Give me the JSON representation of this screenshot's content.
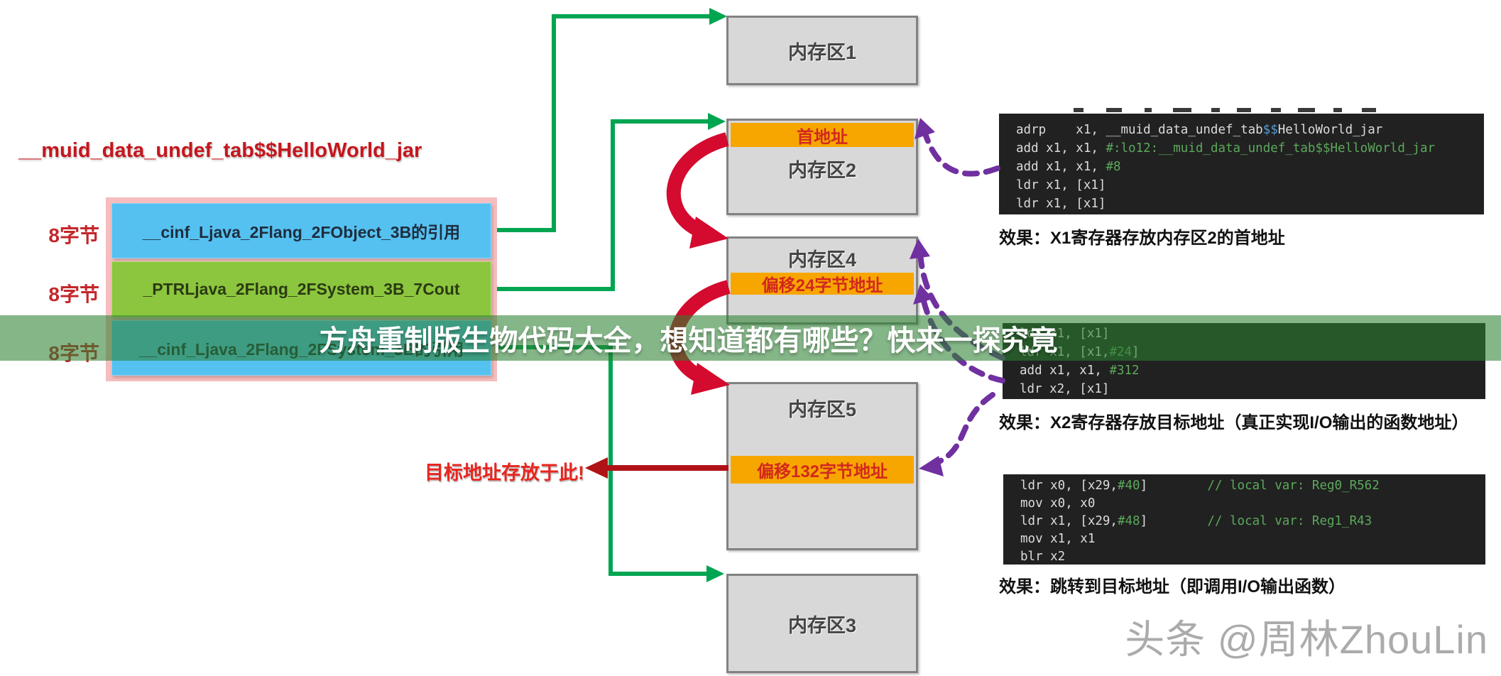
{
  "banner": {
    "text": "方舟重制版生物代码大全，想知道都有哪些？快来一探究竟"
  },
  "watermark": {
    "text": "头条 @周林ZhouLin"
  },
  "left_panel": {
    "title": "__muid_data_undef_tab$$HelloWorld_jar",
    "rows": [
      {
        "size_label": "8字节",
        "text": "__cinf_Ljava_2Flang_2FObject_3B的引用",
        "fill": "#55c1f1"
      },
      {
        "size_label": "8字节",
        "text": "_PTRLjava_2Flang_2FSystem_3B_7Cout",
        "fill": "#8cc63f"
      },
      {
        "size_label": "8字节",
        "text": "__cinf_Ljava_2Flang_2FSystem_3B的引用",
        "fill": "#55c1f1"
      }
    ]
  },
  "memory_boxes": [
    {
      "label": "内存区1"
    },
    {
      "label": "内存区2",
      "band": {
        "text": "首地址"
      }
    },
    {
      "label": "内存区4",
      "band": {
        "text": "偏移24字节地址"
      }
    },
    {
      "label": "内存区5",
      "band": {
        "text": "偏移132字节地址"
      }
    },
    {
      "label": "内存区3"
    }
  ],
  "annotations": {
    "target_note": "目标地址存放于此!"
  },
  "code_blocks": [
    {
      "lines": [
        [
          {
            "t": "adrp    x1, __muid_data_undef_tab",
            "c": "w"
          },
          {
            "t": "$$",
            "c": "b"
          },
          {
            "t": "HelloWorld_jar",
            "c": "w"
          }
        ],
        [
          {
            "t": "add x1, x1, ",
            "c": "w"
          },
          {
            "t": "#:lo12:__muid_data_undef_tab$$HelloWorld_jar",
            "c": "g"
          }
        ],
        [
          {
            "t": "add x1, x1, ",
            "c": "w"
          },
          {
            "t": "#8",
            "c": "g"
          }
        ],
        [
          {
            "t": "ldr x1, [x1]",
            "c": "w"
          }
        ],
        [
          {
            "t": "ldr x1, [x1]",
            "c": "w"
          }
        ]
      ],
      "effect": "效果：X1寄存器存放内存区2的首地址"
    },
    {
      "lines": [
        [
          {
            "t": "ldr x1, [x1]",
            "c": "w"
          }
        ],
        [
          {
            "t": "ldr x1, [x1,",
            "c": "w"
          },
          {
            "t": "#24",
            "c": "g"
          },
          {
            "t": "]",
            "c": "w"
          }
        ],
        [
          {
            "t": "add x1, x1, ",
            "c": "w"
          },
          {
            "t": "#312",
            "c": "g"
          }
        ],
        [
          {
            "t": "ldr x2, [x1]",
            "c": "w"
          }
        ]
      ],
      "effect": "效果：X2寄存器存放目标地址（真正实现I/O输出的函数地址）"
    },
    {
      "lines": [
        [
          {
            "t": "ldr x0, [x29,",
            "c": "w"
          },
          {
            "t": "#40",
            "c": "g"
          },
          {
            "t": "]        ",
            "c": "w"
          },
          {
            "t": "// local var: Reg0_R562",
            "c": "g"
          }
        ],
        [
          {
            "t": "mov x0, x0",
            "c": "w"
          }
        ],
        [
          {
            "t": "ldr x1, [x29,",
            "c": "w"
          },
          {
            "t": "#48",
            "c": "g"
          },
          {
            "t": "]        ",
            "c": "w"
          },
          {
            "t": "// local var: Reg1_R43",
            "c": "g"
          }
        ],
        [
          {
            "t": "mov x1, x1",
            "c": "w"
          }
        ],
        [
          {
            "t": "blr x2",
            "c": "w"
          }
        ]
      ],
      "effect": "效果：跳转到目标地址（即调用I/O输出函数）"
    }
  ],
  "colors": {
    "banner_green": "rgba(45,130,50,0.58)",
    "memory_fill": "#d8d8d8",
    "memory_border": "#828282",
    "orange_band": "#f7a600",
    "band_text_red": "#d2281e",
    "connector_green": "#00a551",
    "crescent_red": "#d40a2e",
    "dark_red_arrow": "#b01217",
    "purple_dashed": "#7030a0",
    "pink_border": "#f5bdbd",
    "code_background": "#212121",
    "code_green": "#5ca85c",
    "code_blue": "#569cd6",
    "title_red": "#c5161d"
  }
}
